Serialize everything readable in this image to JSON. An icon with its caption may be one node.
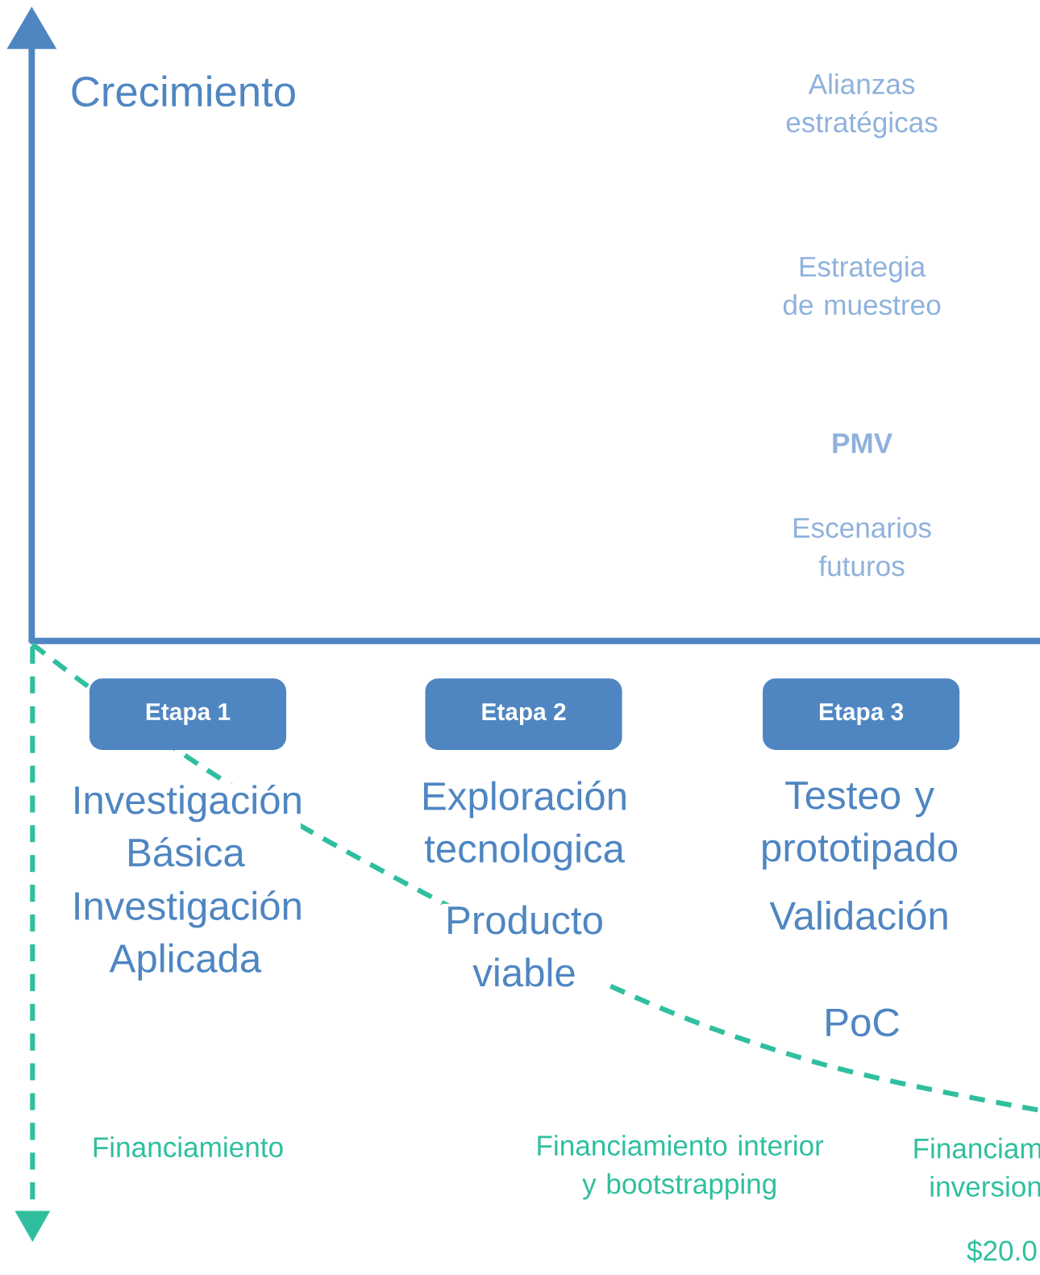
{
  "diagram": {
    "nodes": [
      {
        "text": [
          "Etapa 1"
        ]
      },
      {
        "text": [
          "Etapa 2"
        ]
      },
      {
        "text": [
          "Etapa 3"
        ]
      }
    ],
    "labels": [
      "Crecimiento",
      "Alianzas estratégicas",
      "Estrategia de muestreo",
      "PMV",
      "Escenarios futuros",
      "Investigación Básica",
      "Exploración tecnologica",
      "Testeo y prototipado",
      "Investigación Aplicada",
      "Producto viable",
      "Validación",
      "PoC",
      "Financiamiento",
      "Financiamiento interior y bootstrapping",
      "Financiam inversion",
      "$20.0"
    ]
  }
}
